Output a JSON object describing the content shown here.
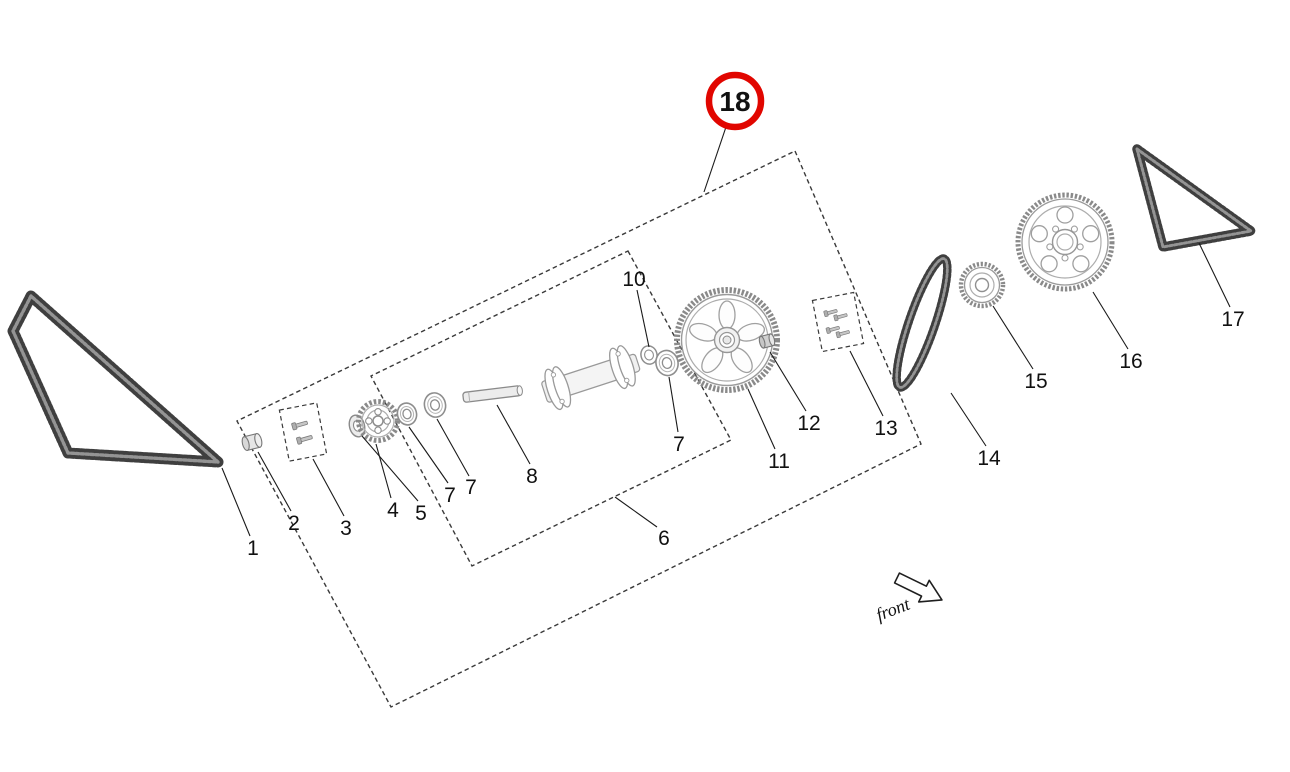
{
  "diagram": {
    "highlight_color": "#e10600",
    "front_label": "front",
    "part_numbers": {
      "n1": "1",
      "n2": "2",
      "n3": "3",
      "n4": "4",
      "n5": "5",
      "n6": "6",
      "n7": "7",
      "n8": "8",
      "n10": "10",
      "n11": "11",
      "n12": "12",
      "n13": "13",
      "n14": "14",
      "n15": "15",
      "n16": "16",
      "n17": "17",
      "n18": "18"
    }
  }
}
